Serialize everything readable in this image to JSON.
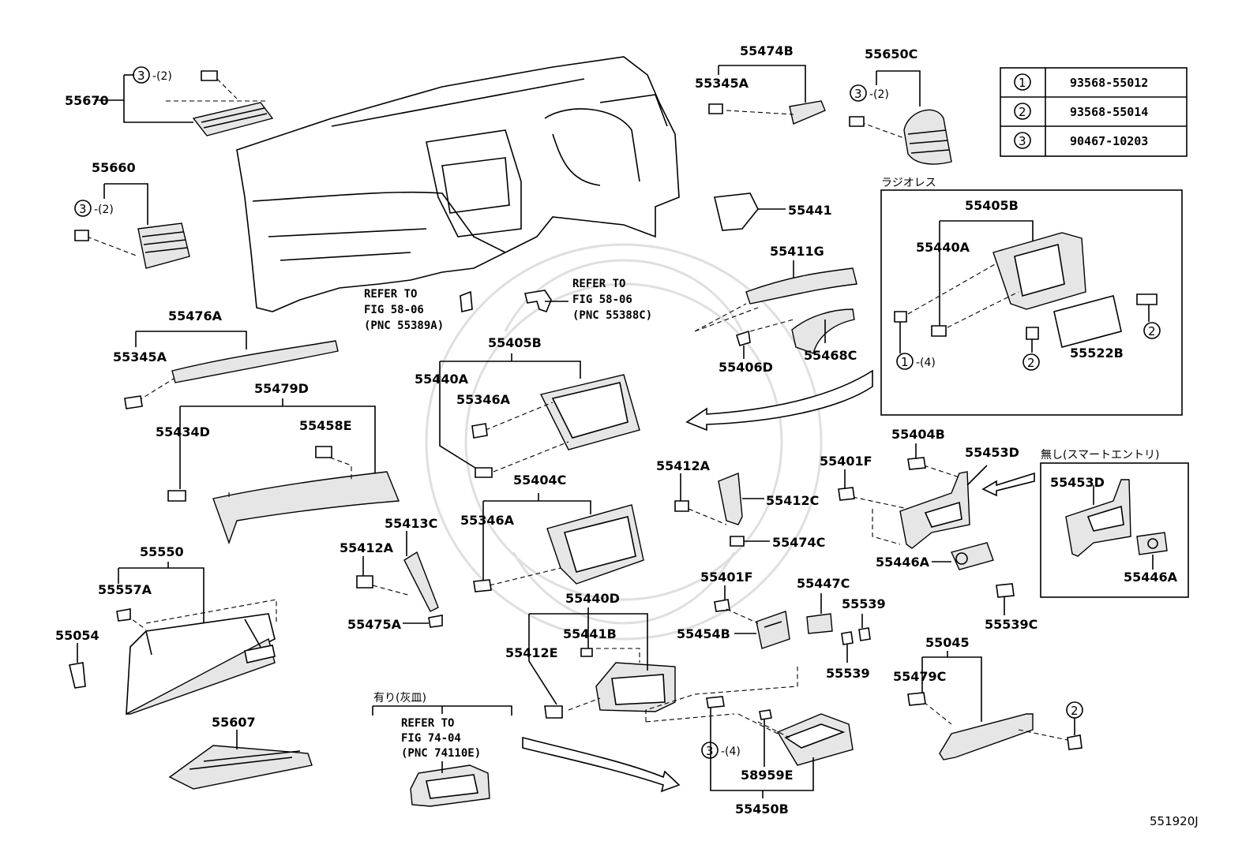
{
  "diagram_id": "551920J",
  "fastener_table": [
    {
      "ref": "1",
      "part": "93568-55012"
    },
    {
      "ref": "2",
      "part": "93568-55014"
    },
    {
      "ref": "3",
      "part": "90467-10203"
    }
  ],
  "section_labels": {
    "radio_less": "ラジオレス",
    "without_smart_entry": "無し(スマートエントリ)",
    "with_ashtray": "有り(灰皿)"
  },
  "refer_notes": {
    "fig5806_a": [
      "REFER TO",
      "FIG 58-06",
      "(PNC 55389A)"
    ],
    "fig5806_b": [
      "REFER TO",
      "FIG 58-06",
      "(PNC 55388C)"
    ],
    "fig7404": [
      "REFER TO",
      "FIG 74-04",
      "(PNC 74110E)"
    ]
  },
  "callouts": {
    "c3_2": "-(2)",
    "c3_4": "-(4)",
    "c1_4": "-(4)",
    "n1": "1",
    "n2": "2",
    "n3": "3"
  },
  "parts": {
    "p55670": "55670",
    "p55660": "55660",
    "p55474B": "55474B",
    "p55345A_top": "55345A",
    "p55650C": "55650C",
    "p55441": "55441",
    "p55411G": "55411G",
    "p55406D": "55406D",
    "p55468C": "55468C",
    "p55476A": "55476A",
    "p55345A": "55345A",
    "p55479D": "55479D",
    "p55434D": "55434D",
    "p55458E": "55458E",
    "p55405B": "55405B",
    "p55440A": "55440A",
    "p55346A": "55346A",
    "p55404C": "55404C",
    "p55346A_b": "55346A",
    "p55412A": "55412A",
    "p55412C": "55412C",
    "p55474C": "55474C",
    "p55413C": "55413C",
    "p55412A_b": "55412A",
    "p55475A": "55475A",
    "p55550": "55550",
    "p55557A": "55557A",
    "p55054": "55054",
    "p55607": "55607",
    "p55440D": "55440D",
    "p55441B": "55441B",
    "p55412E": "55412E",
    "p55401F": "55401F",
    "p55454B": "55454B",
    "p55447C": "55447C",
    "p55539": "55539",
    "p55539_b": "55539",
    "p58959E": "58959E",
    "p55450B": "55450B",
    "p55401F_b": "55401F",
    "p55404B": "55404B",
    "p55453D": "55453D",
    "p55446A": "55446A",
    "p55539C": "55539C",
    "p55045": "55045",
    "p55479C": "55479C",
    "p55405B_r": "55405B",
    "p55440A_r": "55440A",
    "p55522B": "55522B",
    "p55453D_r": "55453D",
    "p55446A_r": "55446A"
  }
}
